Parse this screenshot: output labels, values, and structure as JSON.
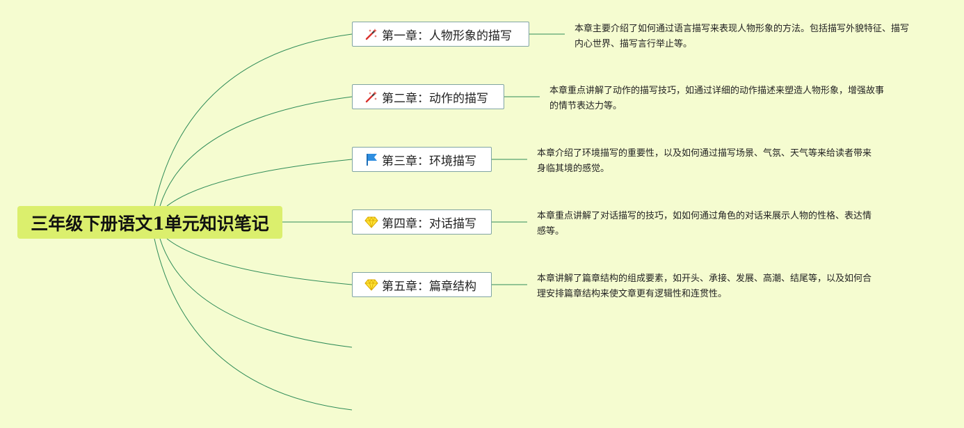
{
  "root": {
    "title": "三年级下册语文1单元知识笔记"
  },
  "chapters": [
    {
      "icon": "magic-wand-icon",
      "label": "第一章：人物形象的描写",
      "note": "本章主要介绍了如何通过语言描写来表现人物形象的方法。包括描写外貌特征、描写内心世界、描写言行举止等。"
    },
    {
      "icon": "magic-wand-icon",
      "label": "第二章：动作的描写",
      "note": "本章重点讲解了动作的描写技巧，如通过详细的动作描述来塑造人物形象，增强故事的情节表达力等。"
    },
    {
      "icon": "flag-icon",
      "label": "第三章：环境描写",
      "note": "本章介绍了环境描写的重要性，以及如何通过描写场景、气氛、天气等来给读者带来身临其境的感觉。"
    },
    {
      "icon": "diamond-icon",
      "label": "第四章：对话描写",
      "note": "本章重点讲解了对话描写的技巧，如如何通过角色的对话来展示人物的性格、表达情感等。"
    },
    {
      "icon": "diamond-icon",
      "label": "第五章：篇章结构",
      "note": "本章讲解了篇章结构的组成要素，如开头、承接、发展、高潮、结尾等，以及如何合理安排篇章结构来使文章更有逻辑性和连贯性。"
    }
  ],
  "colors": {
    "background": "#f5fcd0",
    "root_fill": "#dbef6d",
    "connector": "#2e8b57",
    "node_border": "#7fa4a2"
  }
}
